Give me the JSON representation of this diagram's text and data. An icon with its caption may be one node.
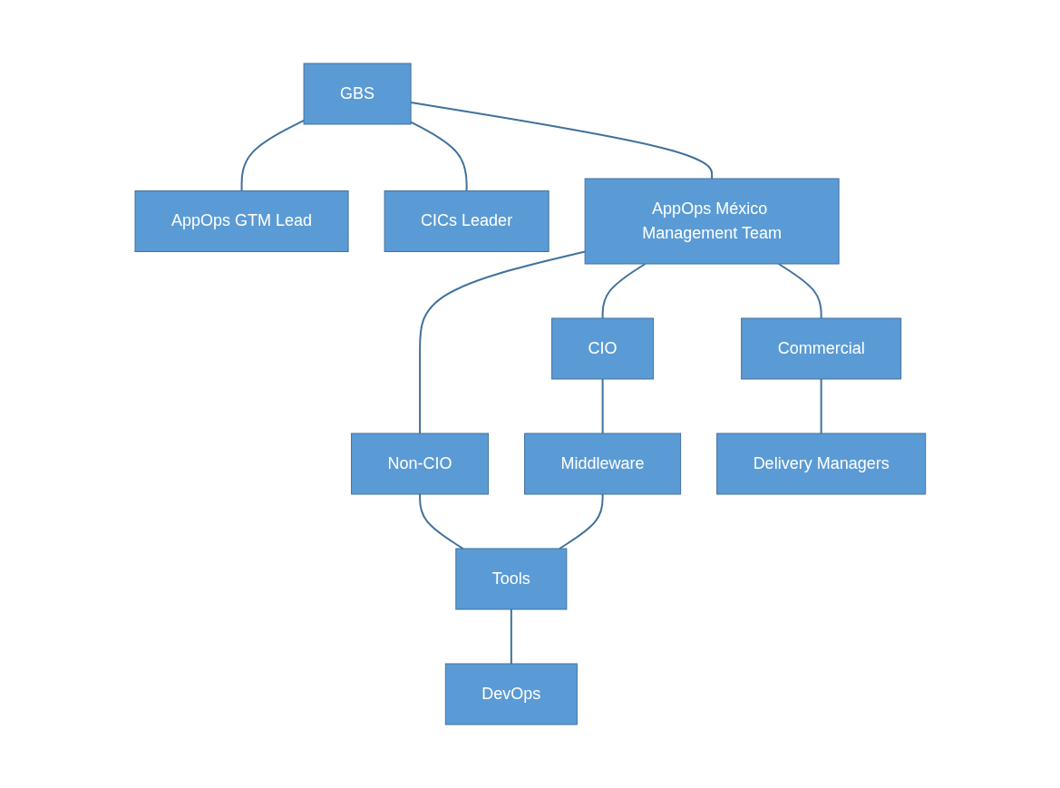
{
  "diagram": {
    "nodes": [
      {
        "text": [
          "GBS"
        ]
      },
      {
        "text": [
          "AppOps GTM Lead"
        ]
      },
      {
        "text": [
          "CICs Leader"
        ]
      },
      {
        "text": [
          "AppOps México Management Team"
        ]
      },
      {
        "text": [
          "CIO"
        ]
      },
      {
        "text": [
          "Non-CIO"
        ]
      },
      {
        "text": [
          "Commercial"
        ]
      },
      {
        "text": [
          "Middleware"
        ]
      },
      {
        "text": [
          "Tools"
        ]
      },
      {
        "text": [
          "DevOps"
        ]
      },
      {
        "text": [
          "Delivery Managers"
        ]
      }
    ],
    "edges": [
      {
        "from": 0,
        "to": 1,
        "arrow": "none"
      },
      {
        "from": 0,
        "to": 2,
        "arrow": "none"
      },
      {
        "from": 0,
        "to": 3,
        "arrow": "none"
      },
      {
        "from": 3,
        "to": 4,
        "arrow": "none"
      },
      {
        "from": 3,
        "to": 5,
        "arrow": "none"
      },
      {
        "from": 3,
        "to": 6,
        "arrow": "none"
      },
      {
        "from": 4,
        "to": 7,
        "arrow": "none"
      },
      {
        "from": 5,
        "to": 8,
        "arrow": "none"
      },
      {
        "from": 7,
        "to": 8,
        "arrow": "none"
      },
      {
        "from": 8,
        "to": 9,
        "arrow": "none"
      },
      {
        "from": 6,
        "to": 10,
        "arrow": "none"
      }
    ]
  }
}
